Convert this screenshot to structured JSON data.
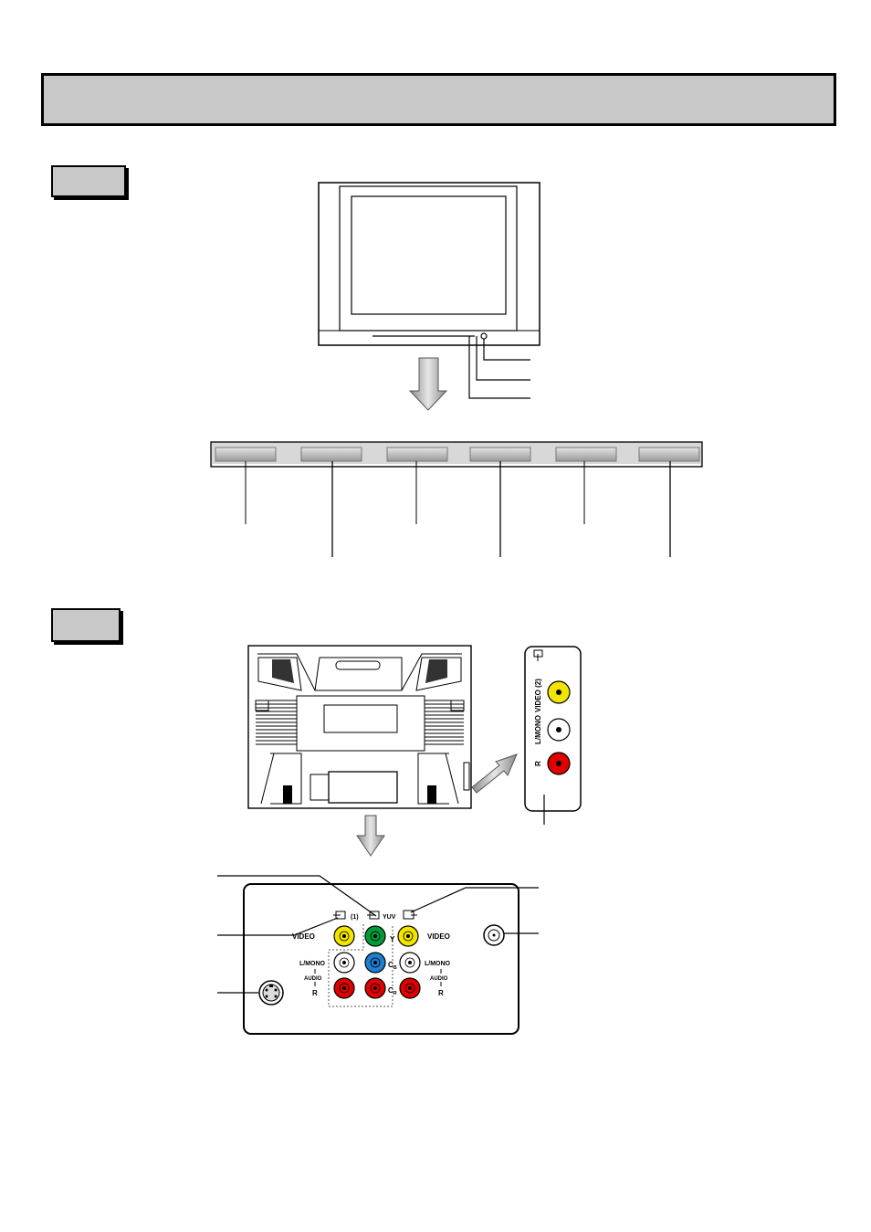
{
  "rear_panel": {
    "input1": "(1)",
    "yuv": "YUV",
    "video_left": "VIDEO",
    "video_right": "VIDEO",
    "y": "Y",
    "cb": "C",
    "cb_sub": "B",
    "cr": "C",
    "cr_sub": "R",
    "lmono_left": "L/MONO",
    "audio_left": "AUDIO",
    "r_left": "R",
    "lmono_right": "L/MONO",
    "audio_right": "AUDIO",
    "r_right": "R"
  },
  "side_panel": {
    "video2": "VIDEO (2)",
    "lmono": "L/MONO",
    "r": "R"
  },
  "colors": {
    "yellow_jack": "#f2e600",
    "white_jack": "#ffffff",
    "red_jack": "#e00000",
    "green_jack": "#009a3a",
    "blue_jack": "#1e7fd0",
    "header_gray": "#c8c8c8"
  }
}
